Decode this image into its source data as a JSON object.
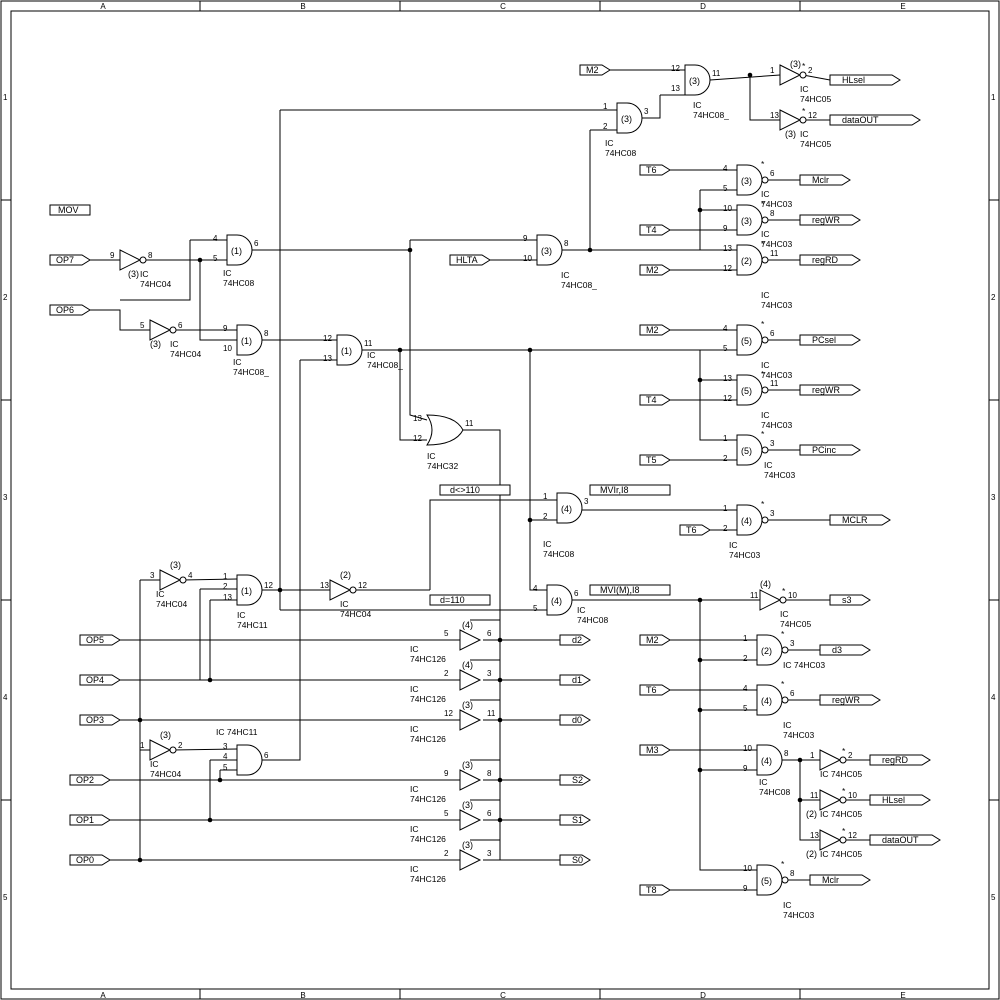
{
  "border": {
    "columns": [
      "A",
      "B",
      "C",
      "D",
      "E"
    ],
    "rows": [
      "1",
      "2",
      "3",
      "4",
      "5"
    ]
  },
  "ports_in": [
    {
      "id": "M2a",
      "text": "M2"
    },
    {
      "id": "MOV",
      "text": "MOV"
    },
    {
      "id": "OP7",
      "text": "OP7"
    },
    {
      "id": "OP6",
      "text": "OP6"
    },
    {
      "id": "HLTA",
      "text": "HLTA"
    },
    {
      "id": "T6a",
      "text": "T6"
    },
    {
      "id": "T4a",
      "text": "T4"
    },
    {
      "id": "M2b",
      "text": "M2"
    },
    {
      "id": "M2c",
      "text": "M2"
    },
    {
      "id": "T4b",
      "text": "T4"
    },
    {
      "id": "T5",
      "text": "T5"
    },
    {
      "id": "T6b",
      "text": "T6"
    },
    {
      "id": "OP5",
      "text": "OP5"
    },
    {
      "id": "OP4",
      "text": "OP4"
    },
    {
      "id": "OP3",
      "text": "OP3"
    },
    {
      "id": "OP2",
      "text": "OP2"
    },
    {
      "id": "OP1",
      "text": "OP1"
    },
    {
      "id": "OP0",
      "text": "OP0"
    },
    {
      "id": "M2d",
      "text": "M2"
    },
    {
      "id": "T6c",
      "text": "T6"
    },
    {
      "id": "M3",
      "text": "M3"
    },
    {
      "id": "T8",
      "text": "T8"
    }
  ],
  "ports_out": [
    {
      "id": "HLsel1",
      "text": "HLsel"
    },
    {
      "id": "dataOUT1",
      "text": "dataOUT"
    },
    {
      "id": "Mclr1",
      "text": "Mclr"
    },
    {
      "id": "regWR1",
      "text": "regWR"
    },
    {
      "id": "regRD1",
      "text": "regRD"
    },
    {
      "id": "PCsel",
      "text": "PCsel"
    },
    {
      "id": "regWR2",
      "text": "regWR"
    },
    {
      "id": "PCinc",
      "text": "PCinc"
    },
    {
      "id": "MCLR",
      "text": "MCLR"
    },
    {
      "id": "s3",
      "text": "s3"
    },
    {
      "id": "d3",
      "text": "d3"
    },
    {
      "id": "regWR3",
      "text": "regWR"
    },
    {
      "id": "regRD2",
      "text": "regRD"
    },
    {
      "id": "HLsel2",
      "text": "HLsel"
    },
    {
      "id": "dataOUT2",
      "text": "dataOUT"
    },
    {
      "id": "Mclr2",
      "text": "Mclr"
    },
    {
      "id": "d2",
      "text": "d2"
    },
    {
      "id": "d1",
      "text": "d1"
    },
    {
      "id": "d0",
      "text": "d0"
    },
    {
      "id": "S2",
      "text": "S2"
    },
    {
      "id": "S1",
      "text": "S1"
    },
    {
      "id": "S0",
      "text": "S0"
    }
  ],
  "notes": [
    {
      "id": "dne110",
      "text": "d<>110"
    },
    {
      "id": "mvir",
      "text": "MVIr,I8"
    },
    {
      "id": "d110",
      "text": "d=110"
    },
    {
      "id": "mvim",
      "text": "MVI(M),I8"
    }
  ],
  "gates": [
    {
      "id": "g1",
      "kind": "and",
      "unit": "(3)",
      "pins": [
        "12",
        "13",
        "11"
      ],
      "part": "IC\n74HC08_"
    },
    {
      "id": "g2",
      "kind": "and",
      "unit": "(3)",
      "pins": [
        "1",
        "2",
        "3"
      ],
      "part": "IC\n74HC08"
    },
    {
      "id": "g3",
      "kind": "and",
      "unit": "(1)",
      "pins": [
        "4",
        "5",
        "6"
      ],
      "part": "IC\n74HC08"
    },
    {
      "id": "g4",
      "kind": "and",
      "unit": "(3)",
      "pins": [
        "9",
        "10",
        "8"
      ],
      "part": "IC\n74HC08_"
    },
    {
      "id": "g5",
      "kind": "and",
      "unit": "(1)",
      "pins": [
        "9",
        "10",
        "8"
      ],
      "part": "IC\n74HC08_"
    },
    {
      "id": "g6",
      "kind": "and",
      "unit": "(1)",
      "pins": [
        "12",
        "13",
        "11"
      ],
      "part": "IC\n74HC08_"
    },
    {
      "id": "g7",
      "kind": "and",
      "unit": "(4)",
      "pins": [
        "1",
        "2",
        "3"
      ],
      "part": "IC\n74HC08"
    },
    {
      "id": "g8",
      "kind": "and",
      "unit": "(4)",
      "pins": [
        "4",
        "5",
        "6"
      ],
      "part": "IC\n74HC08"
    },
    {
      "id": "g9",
      "kind": "and",
      "unit": "(4)",
      "pins": [
        "10",
        "9",
        "8"
      ],
      "part": "IC\n74HC08"
    },
    {
      "id": "g10",
      "kind": "and3",
      "unit": "(1)",
      "pins": [
        "1",
        "2",
        "13",
        "12"
      ],
      "part": "IC\n74HC11"
    },
    {
      "id": "g11",
      "kind": "and3",
      "unit": "",
      "pins": [
        "3",
        "4",
        "5",
        "6"
      ],
      "part": "IC  74HC11"
    },
    {
      "id": "g12",
      "kind": "or",
      "unit": "",
      "pins": [
        "13",
        "12",
        "11"
      ],
      "part": "IC\n74HC32"
    },
    {
      "id": "g13",
      "kind": "nand",
      "unit": "(3)",
      "pins": [
        "4",
        "5",
        "6"
      ],
      "part": "IC\n74HC03"
    },
    {
      "id": "g14",
      "kind": "nand",
      "unit": "(3)",
      "pins": [
        "10",
        "9",
        "8"
      ],
      "part": "IC\n74HC03"
    },
    {
      "id": "g15",
      "kind": "nand",
      "unit": "(2)",
      "pins": [
        "13",
        "12",
        "11"
      ],
      "part": "IC\n74HC03"
    },
    {
      "id": "g16",
      "kind": "nand",
      "unit": "(5)",
      "pins": [
        "4",
        "5",
        "6"
      ],
      "part": "IC\n74HC03"
    },
    {
      "id": "g17",
      "kind": "nand",
      "unit": "(5)",
      "pins": [
        "13",
        "12",
        "11"
      ],
      "part": "IC\n74HC03"
    },
    {
      "id": "g18",
      "kind": "nand",
      "unit": "(5)",
      "pins": [
        "1",
        "2",
        "3"
      ],
      "part": "IC\n74HC03"
    },
    {
      "id": "g19",
      "kind": "nand",
      "unit": "(4)",
      "pins": [
        "1",
        "2",
        "3"
      ],
      "part": "IC\n74HC03"
    },
    {
      "id": "g20",
      "kind": "nand",
      "unit": "(2)",
      "pins": [
        "1",
        "2",
        "3"
      ],
      "part": "IC     74HC03"
    },
    {
      "id": "g21",
      "kind": "nand",
      "unit": "(4)",
      "pins": [
        "4",
        "5",
        "6"
      ],
      "part": "IC\n74HC03"
    },
    {
      "id": "g22",
      "kind": "nand",
      "unit": "(5)",
      "pins": [
        "10",
        "9",
        "8"
      ],
      "part": "IC\n74HC03"
    },
    {
      "id": "i1",
      "kind": "inv",
      "unit": "(3)",
      "pins": [
        "9",
        "8"
      ],
      "part": "IC\n74HC04"
    },
    {
      "id": "i2",
      "kind": "inv",
      "unit": "(3)",
      "pins": [
        "5",
        "6"
      ],
      "part": "IC\n74HC04"
    },
    {
      "id": "i3",
      "kind": "inv",
      "unit": "(3)",
      "pins": [
        "3",
        "4"
      ],
      "part": "IC\n74HC04"
    },
    {
      "id": "i4",
      "kind": "inv",
      "unit": "(2)",
      "pins": [
        "13",
        "12"
      ],
      "part": "IC\n74HC04"
    },
    {
      "id": "i5",
      "kind": "inv",
      "unit": "(3)",
      "pins": [
        "1",
        "2"
      ],
      "part": "IC\n74HC04"
    },
    {
      "id": "i6",
      "kind": "inv",
      "unit": "(3)",
      "pins": [
        "1",
        "2"
      ],
      "part": "IC\n74HC05"
    },
    {
      "id": "i7",
      "kind": "inv",
      "unit": "(3)",
      "pins": [
        "13",
        "12"
      ],
      "part": "IC\n74HC05"
    },
    {
      "id": "i8",
      "kind": "inv",
      "unit": "(4)",
      "pins": [
        "11",
        "10"
      ],
      "part": "IC\n74HC05"
    },
    {
      "id": "i9",
      "kind": "inv",
      "unit": "",
      "pins": [
        "1",
        "2"
      ],
      "part": "IC  74HC05"
    },
    {
      "id": "i10",
      "kind": "inv",
      "unit": "(2)",
      "pins": [
        "11",
        "10"
      ],
      "part": "IC  74HC05"
    },
    {
      "id": "i11",
      "kind": "inv",
      "unit": "(2)",
      "pins": [
        "13",
        "12"
      ],
      "part": "IC  74HC05"
    },
    {
      "id": "b1",
      "kind": "buf",
      "unit": "(4)",
      "pins": [
        "5",
        "6"
      ],
      "part": "IC\n74HC126"
    },
    {
      "id": "b2",
      "kind": "buf",
      "unit": "(4)",
      "pins": [
        "2",
        "3"
      ],
      "part": "IC\n74HC126"
    },
    {
      "id": "b3",
      "kind": "buf",
      "unit": "(3)",
      "pins": [
        "12",
        "11"
      ],
      "part": "IC\n74HC126"
    },
    {
      "id": "b4",
      "kind": "buf",
      "unit": "(3)",
      "pins": [
        "9",
        "8"
      ],
      "part": "IC\n74HC126"
    },
    {
      "id": "b5",
      "kind": "buf",
      "unit": "(3)",
      "pins": [
        "5",
        "6"
      ],
      "part": "IC\n74HC126"
    },
    {
      "id": "b6",
      "kind": "buf",
      "unit": "(3)",
      "pins": [
        "2",
        "3"
      ],
      "part": "IC\n74HC126"
    }
  ]
}
